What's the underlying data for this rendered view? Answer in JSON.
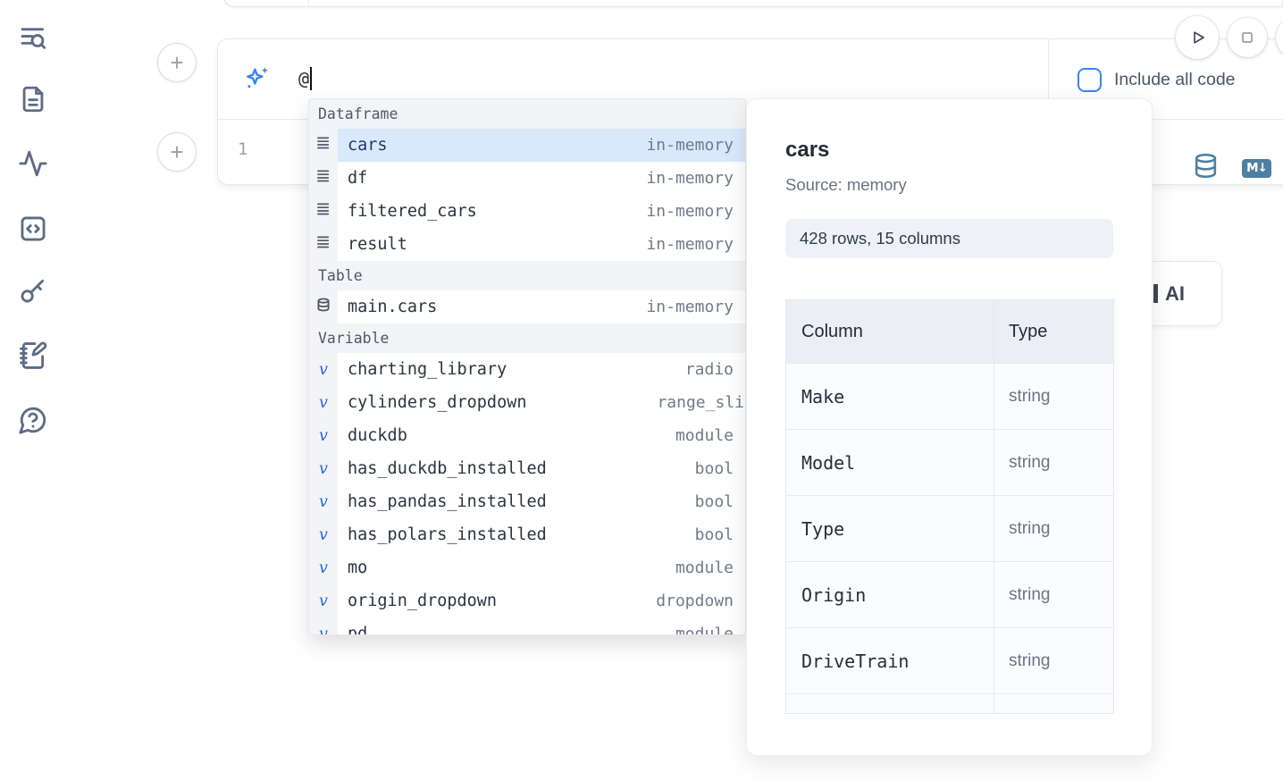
{
  "colors": {
    "accent": "#3b82f6",
    "selection_bg": "#d8e9fb",
    "steel_blue": "#4d7fa3"
  },
  "sidebar": {
    "items": [
      {
        "icon": "list-search-icon"
      },
      {
        "icon": "file-text-icon"
      },
      {
        "icon": "activity-icon"
      },
      {
        "icon": "code-square-icon"
      },
      {
        "icon": "key-icon"
      },
      {
        "icon": "notebook-pen-icon"
      },
      {
        "icon": "help-circle-icon"
      }
    ]
  },
  "cells": {
    "add_buttons": [
      "+",
      "+"
    ]
  },
  "toolbar": {
    "run_icon": "play-icon",
    "stop_icon": "stop-icon",
    "more_icon": "circle-button-partial"
  },
  "prompt": {
    "value": "@",
    "sparkle_icon": "sparkles-icon",
    "include_all_code": {
      "label": "Include all code",
      "checked": false
    }
  },
  "editor": {
    "line_number": "1",
    "database_icon": "database-icon",
    "markdown_badge": "M↓"
  },
  "autocomplete": {
    "sections": [
      {
        "label": "Dataframe",
        "items": [
          {
            "icon": "dataframe-icon",
            "name": "cars",
            "type": "in-memory",
            "selected": true
          },
          {
            "icon": "dataframe-icon",
            "name": "df",
            "type": "in-memory"
          },
          {
            "icon": "dataframe-icon",
            "name": "filtered_cars",
            "type": "in-memory"
          },
          {
            "icon": "dataframe-icon",
            "name": "result",
            "type": "in-memory"
          }
        ]
      },
      {
        "label": "Table",
        "items": [
          {
            "icon": "table-icon",
            "name": "main.cars",
            "type": "in-memory"
          }
        ]
      },
      {
        "label": "Variable",
        "items": [
          {
            "icon": "variable-icon",
            "name": "charting_library",
            "type": "radio"
          },
          {
            "icon": "variable-icon",
            "name": "cylinders_dropdown",
            "type": "range_sli",
            "clipped": true
          },
          {
            "icon": "variable-icon",
            "name": "duckdb",
            "type": "module"
          },
          {
            "icon": "variable-icon",
            "name": "has_duckdb_installed",
            "type": "bool"
          },
          {
            "icon": "variable-icon",
            "name": "has_pandas_installed",
            "type": "bool"
          },
          {
            "icon": "variable-icon",
            "name": "has_polars_installed",
            "type": "bool"
          },
          {
            "icon": "variable-icon",
            "name": "mo",
            "type": "module"
          },
          {
            "icon": "variable-icon",
            "name": "origin_dropdown",
            "type": "dropdown"
          },
          {
            "icon": "variable-icon",
            "name": "pd",
            "type": "module",
            "partial": true
          }
        ]
      }
    ]
  },
  "preview": {
    "title": "cars",
    "source": "Source: memory",
    "shape": "428 rows, 15 columns",
    "table": {
      "headers": [
        "Column",
        "Type"
      ],
      "rows": [
        {
          "column": "Make",
          "type": "string"
        },
        {
          "column": "Model",
          "type": "string"
        },
        {
          "column": "Type",
          "type": "string"
        },
        {
          "column": "Origin",
          "type": "string"
        },
        {
          "column": "DriveTrain",
          "type": "string"
        }
      ],
      "partial_row": true
    }
  },
  "ai_button": {
    "label": "AI"
  }
}
